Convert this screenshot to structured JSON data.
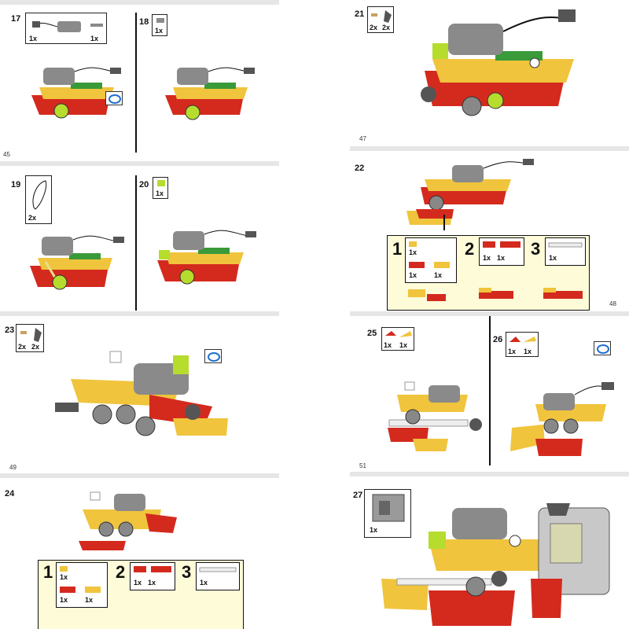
{
  "steps": {
    "s17": {
      "num": "17",
      "qty": [
        "1x",
        "1x"
      ]
    },
    "s18": {
      "num": "18",
      "qty": [
        "1x"
      ]
    },
    "s19": {
      "num": "19",
      "qty": [
        "2x"
      ]
    },
    "s20": {
      "num": "20",
      "qty": [
        "1x"
      ]
    },
    "s21": {
      "num": "21",
      "qty": [
        "2x",
        "2x"
      ]
    },
    "s22": {
      "num": "22",
      "sub": {
        "n1": "1",
        "n2": "2",
        "n3": "3",
        "q1": [
          "1x",
          "1x",
          "1x"
        ],
        "q2": [
          "1x",
          "1x"
        ],
        "q3": [
          "1x"
        ]
      }
    },
    "s23": {
      "num": "23",
      "qty": [
        "2x",
        "2x"
      ]
    },
    "s24": {
      "num": "24",
      "sub": {
        "n1": "1",
        "n2": "2",
        "n3": "3",
        "q1": [
          "1x",
          "1x",
          "1x"
        ],
        "q2": [
          "1x",
          "1x"
        ],
        "q3": [
          "1x"
        ]
      }
    },
    "s25": {
      "num": "25",
      "qty": [
        "1x",
        "1x"
      ]
    },
    "s26": {
      "num": "26",
      "qty": [
        "1x",
        "1x"
      ]
    },
    "s27": {
      "num": "27",
      "qty": [
        "1x"
      ]
    }
  },
  "page_numbers": {
    "p45": "45",
    "p47": "47",
    "p48": "48",
    "p49": "49",
    "p51": "51"
  },
  "colors": {
    "red": "#d42a1e",
    "yellow": "#f0c43c",
    "green": "#3a9a3a",
    "gray": "#8a8a8a",
    "dark": "#555555",
    "lime": "#b6dc2e",
    "panel": "#fdfbd8"
  }
}
